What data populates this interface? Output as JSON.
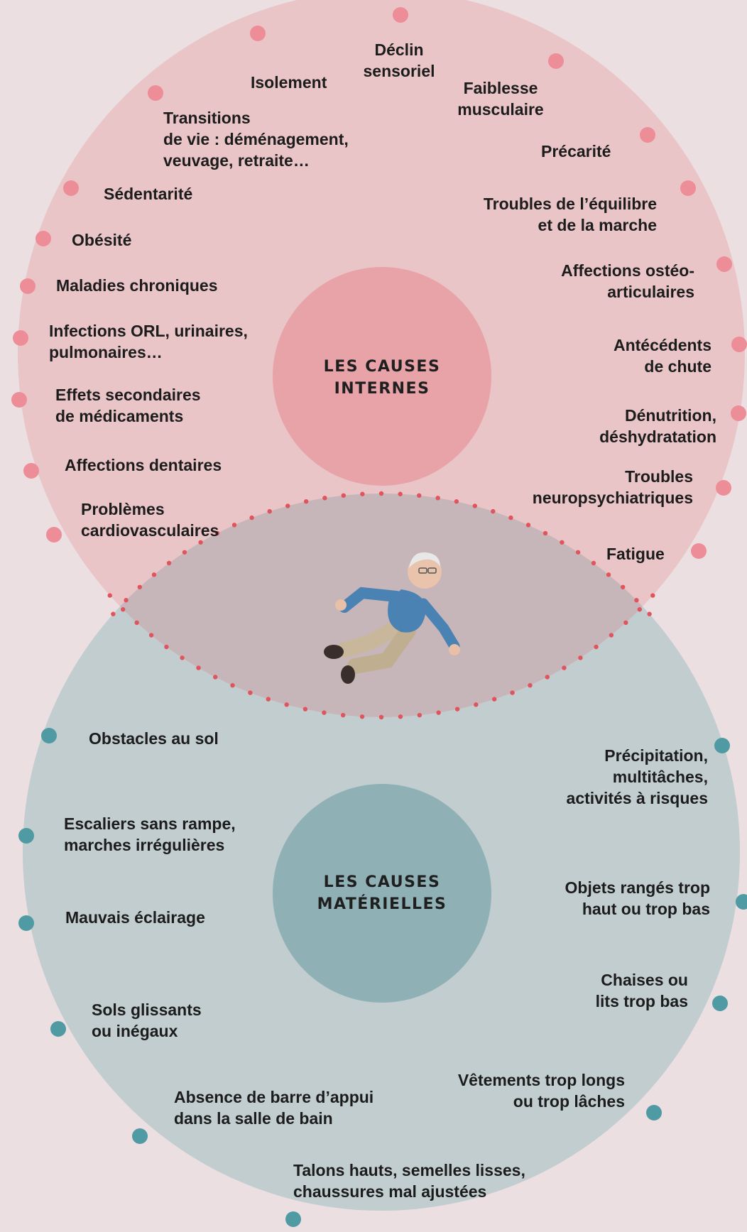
{
  "colors": {
    "background": "#ecdfe1",
    "internal_circle": "#eac5c7",
    "internal_core": "#e8a3a8",
    "internal_dot": "#ec8d97",
    "lens": "#c7b6b9",
    "lens_dots": "#e0545e",
    "material_circle": "#c2cdcf",
    "material_core": "#8fb1b6",
    "material_dot": "#4f9aa3"
  },
  "internal": {
    "title": "LES CAUSES\nINTERNES",
    "items": [
      "Déclin\nsensoriel",
      "Isolement",
      "Faiblesse\nmusculaire",
      "Transitions\nde vie : déménagement,\nveuvage, retraite…",
      "Précarité",
      "Sédentarité",
      "Troubles de l’équilibre\net de la marche",
      "Obésité",
      "Affections ostéo-\narticulaires",
      "Maladies chroniques",
      "Infections ORL, urinaires,\npulmonaires…",
      "Antécédents\nde chute",
      "Effets secondaires\nde médicaments",
      "Dénutrition,\ndéshydratation",
      "Affections dentaires",
      "Troubles\nneuropsychiatriques",
      "Problèmes\ncardiovasculaires",
      "Fatigue"
    ]
  },
  "material": {
    "title": "LES CAUSES\nMATÉRIELLES",
    "items": [
      "Obstacles au sol",
      "Précipitation,\nmultitâches,\nactivités à risques",
      "Escaliers sans rampe,\nmarches irrégulières",
      "Objets rangés trop\nhaut ou trop bas",
      "Mauvais éclairage",
      "Chaises ou\nlits trop bas",
      "Sols glissants\nou inégaux",
      "Vêtements trop longs\nou trop lâches",
      "Absence de barre d’appui\ndans la salle de bain",
      "Talons hauts, semelles lisses,\nchaussures mal ajustées"
    ]
  },
  "illustration": {
    "icon": "falling-elderly-man-icon"
  }
}
